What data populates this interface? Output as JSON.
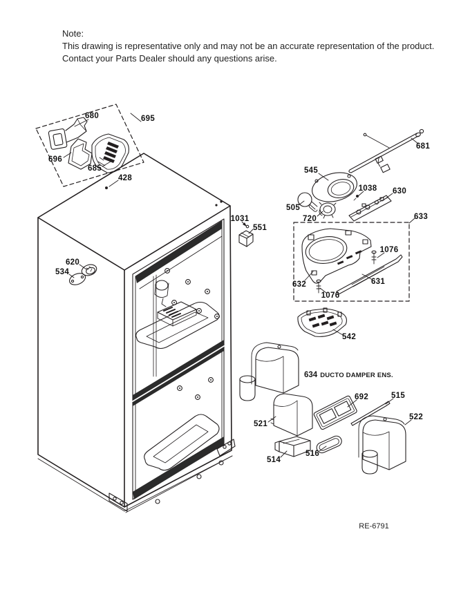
{
  "note": {
    "heading": "Note:",
    "line1": "This drawing is representative only and may not be an accurate representation of the product.",
    "line2": "Contact your Parts Dealer should any questions arise."
  },
  "parts": {
    "680": "680",
    "695": "695",
    "696": "696",
    "685": "685",
    "428": "428",
    "620": "620",
    "534": "534",
    "1031": "1031",
    "551": "551",
    "545": "545",
    "505": "505",
    "720": "720",
    "1038": "1038",
    "630": "630",
    "681": "681",
    "633": "633",
    "632": "632",
    "631": "631",
    "1076": "1076",
    "542": "542",
    "521": "521",
    "692": "692",
    "515": "515",
    "522": "522",
    "516": "516",
    "514": "514"
  },
  "damper_assembly": {
    "number": "634",
    "name": "DUCTO DAMPER ENS."
  },
  "footer": {
    "reference": "RE-6791"
  },
  "colors": {
    "line": "#231f20",
    "background": "#ffffff"
  }
}
